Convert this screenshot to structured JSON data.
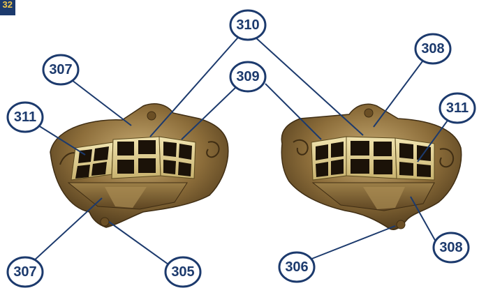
{
  "page_number": "32",
  "colors": {
    "callout": "#1c3a6d",
    "badge_text": "#f2c84a",
    "casting_dark": "#5a4320",
    "casting_mid": "#8c6d3a",
    "casting_light": "#c9ad74",
    "window_frame": "#e6d69a",
    "window_pane": "#1b1208"
  },
  "callouts": {
    "left_top_307": "307",
    "left_top_310": "310",
    "left_309": "309",
    "left_311": "311",
    "left_bottom_307": "307",
    "left_305": "305",
    "right_308_top": "308",
    "right_311": "311",
    "right_308_bottom": "308",
    "right_306": "306"
  }
}
